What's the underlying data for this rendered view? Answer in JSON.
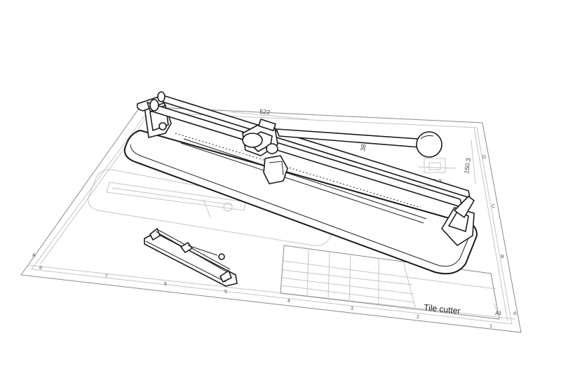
{
  "title_block": {
    "title": "Tile cutter",
    "sheet_size": "A3"
  },
  "dimensions": {
    "length": "522",
    "width": "38.2",
    "height": "150.3",
    "small": "38"
  },
  "zones": {
    "bottom": [
      "8",
      "7",
      "6",
      "5",
      "4",
      "3",
      "2",
      "1"
    ],
    "side": [
      "A",
      "B",
      "C",
      "D"
    ]
  }
}
